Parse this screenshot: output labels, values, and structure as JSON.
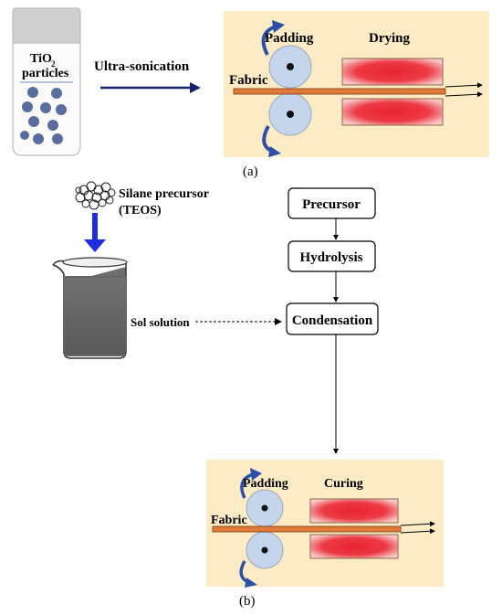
{
  "panel_a": {
    "vial_label_line1": "TiO",
    "vial_label_subscript": "2",
    "vial_label_line2": "particles",
    "process_label": "Ultra-sonication",
    "padding_label": "Padding",
    "drying_label": "Drying",
    "fabric_label": "Fabric",
    "caption": "(a)"
  },
  "panel_b": {
    "precursor_label_line1": "Silane precursor",
    "precursor_label_line2": "(TEOS)",
    "sol_label": "Sol solution",
    "flow_steps": [
      "Precursor",
      "Hydrolysis",
      "Condensation"
    ],
    "padding_label": "Padding",
    "curing_label": "Curing",
    "fabric_label": "Fabric",
    "caption": "(b)"
  },
  "colors": {
    "panel_bg": "#fcebc4",
    "roller": "#c5d5ec",
    "particle": "#5a6d9c",
    "fabric": "#e07a3a",
    "heater": "#e8232f",
    "blue_arrow": "#2a50a8",
    "dark_arrow": "#17206a",
    "liquid": "#6b6b6b",
    "precursor_arrow": "#1f2ee0"
  }
}
